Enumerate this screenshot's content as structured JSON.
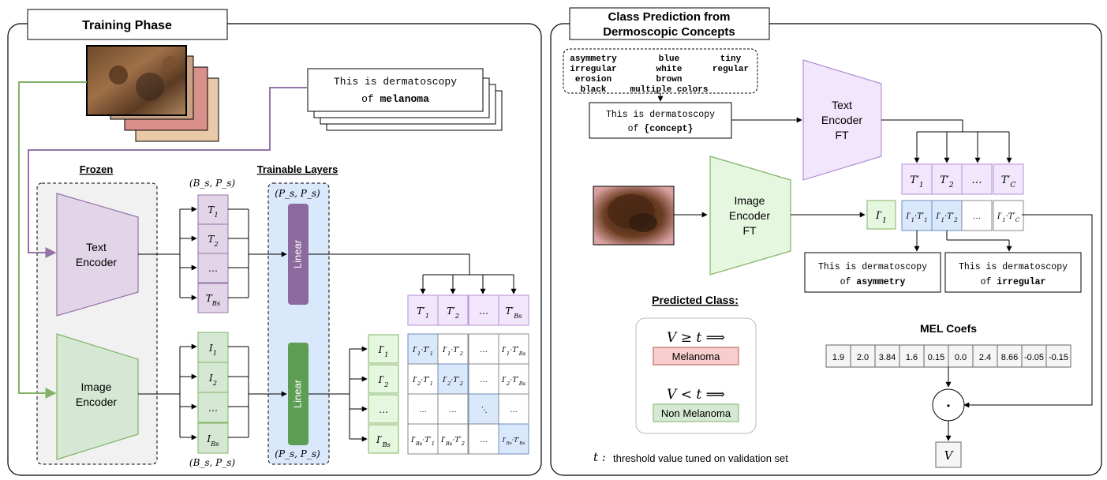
{
  "left_panel": {
    "title": "Training Phase",
    "text_prompt": {
      "line1": "This is dermatoscopy",
      "prefix": "of ",
      "emph": "melanoma"
    },
    "frozen_label": "Frozen",
    "trainable_label": "Trainable Layers",
    "text_encoder_label": [
      "Text",
      "Encoder"
    ],
    "image_encoder_label": [
      "Image",
      "Encoder"
    ],
    "dim_bs_ps": "(B_s, P_s)",
    "dim_ps_ps": "(P_s, P_s)",
    "linear_label": "Linear",
    "text_tokens": [
      "T1",
      "T2",
      "...",
      "TBs"
    ],
    "image_tokens": [
      "I1",
      "I2",
      "...",
      "IBs"
    ],
    "proj_text_tokens": [
      "T'1",
      "T'2",
      "...",
      "T'Bs"
    ],
    "proj_image_tokens": [
      "I'1",
      "I'2",
      "...",
      "I'Bs"
    ],
    "sim_matrix": [
      [
        "I'1·T'1",
        "I'1·T'2",
        "...",
        "I'1·T'Bs"
      ],
      [
        "I'2·T'1",
        "I'2·T'2",
        "...",
        "I'2·T'Bs"
      ],
      [
        "...",
        "...",
        "⋱",
        "..."
      ],
      [
        "I'Bs·T'1",
        "I'Bs·T'2",
        "...",
        "I'Bs·T'Bs"
      ]
    ]
  },
  "right_panel": {
    "title": [
      "Class Prediction from",
      "Dermoscopic Concepts"
    ],
    "concept_words": [
      [
        "asymmetry",
        "blue",
        "tiny"
      ],
      [
        "irregular",
        "white",
        "regular"
      ],
      [
        "erosion",
        "brown",
        ""
      ],
      [
        "black",
        "multiple colors",
        ""
      ]
    ],
    "template_prompt": {
      "line1": "This is dermatoscopy",
      "prefix": "of ",
      "emph": "{concept}"
    },
    "text_encoder_ft": [
      "Text",
      "Encoder",
      "FT"
    ],
    "image_encoder_ft": [
      "Image",
      "Encoder",
      "FT"
    ],
    "concept_tokens": [
      "T'1",
      "T'2",
      "...",
      "T'C"
    ],
    "image_token": "I'1",
    "score_cells": [
      "I'1·T'1",
      "I'1·T'2",
      "...",
      "I'1·T'C"
    ],
    "prompt_asym": {
      "line1": "This is dermatoscopy",
      "prefix": "of ",
      "emph": "asymmetry"
    },
    "prompt_irreg": {
      "line1": "This is dermatoscopy",
      "prefix": "of ",
      "emph": "irregular"
    },
    "predicted_class_label": "Predicted Class:",
    "rule_melanoma": "V ≥ t ⟹",
    "class_melanoma": "Melanoma",
    "rule_non": "V < t ⟹",
    "class_non": "Non Melanoma",
    "mel_coefs_label": "MEL Coefs",
    "mel_coefs": [
      "1.9",
      "2.0",
      "3.84",
      "1.6",
      "0.15",
      "0.0",
      "2.4",
      "8.66",
      "-0.05",
      "-0.15"
    ],
    "dot_symbol": "•",
    "output_label": "V",
    "threshold_sym": "t :",
    "threshold_note": "threshold value tuned on validation set"
  },
  "colors": {
    "purple_fill": "#e1d5e7",
    "purple_stroke": "#9673a6",
    "linear_purple": "#8c6a9e",
    "green_fill": "#d5e8d4",
    "green_stroke": "#82b366",
    "linear_green": "#5d9e55",
    "blue_fill": "#dae8fc",
    "blue_stroke": "#6c8ebf",
    "violet_fill": "#f2e6fc",
    "violet_stroke": "#b68fd6",
    "mint_fill": "#e6f7e0",
    "red_fill": "#f8cecc",
    "red_stroke": "#b85450",
    "frozen_bg": "#f1f1f1"
  }
}
